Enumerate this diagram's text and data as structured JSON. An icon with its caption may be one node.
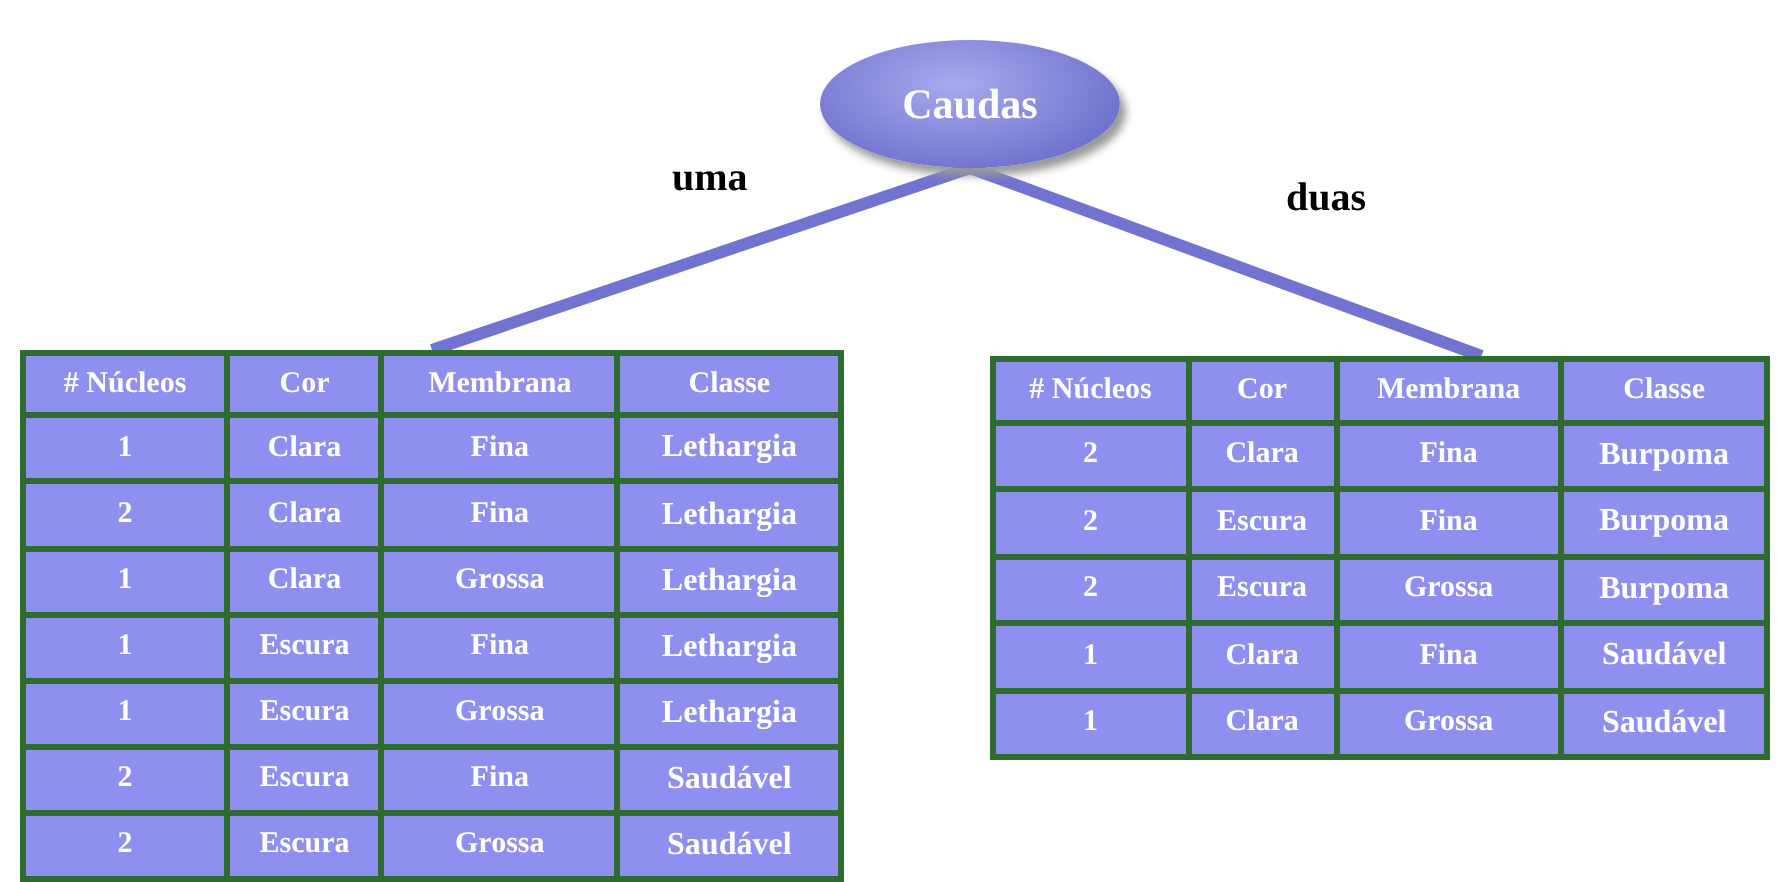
{
  "diagram": {
    "nodes": [
      {
        "text": [
          "Caudas"
        ]
      },
      {
        "text": [],
        "shape": "table"
      },
      {
        "text": [],
        "shape": "table"
      }
    ],
    "edges": [
      {
        "from": 0,
        "to": 1,
        "arrow": "none",
        "label": "uma"
      },
      {
        "from": 0,
        "to": 2,
        "arrow": "none",
        "label": "duas"
      }
    ],
    "labels": [
      "# Núcleos",
      "Cor",
      "Membrana",
      "Classe",
      "1",
      "Clara",
      "Fina",
      "Lethargia",
      "2",
      "Clara",
      "Fina",
      "Lethargia",
      "1",
      "Clara",
      "Grossa",
      "Lethargia",
      "1",
      "Escura",
      "Fina",
      "Lethargia",
      "1",
      "Escura",
      "Grossa",
      "Lethargia",
      "2",
      "Escura",
      "Fina",
      "Saudável",
      "2",
      "Escura",
      "Grossa",
      "Saudável",
      "# Núcleos",
      "Cor",
      "Membrana",
      "Classe",
      "2",
      "Clara",
      "Fina",
      "Burpoma",
      "2",
      "Escura",
      "Fina",
      "Burpoma",
      "2",
      "Escura",
      "Grossa",
      "Burpoma",
      "1",
      "Clara",
      "Fina",
      "Saudável",
      "1",
      "Clara",
      "Grossa",
      "Saudável"
    ]
  }
}
